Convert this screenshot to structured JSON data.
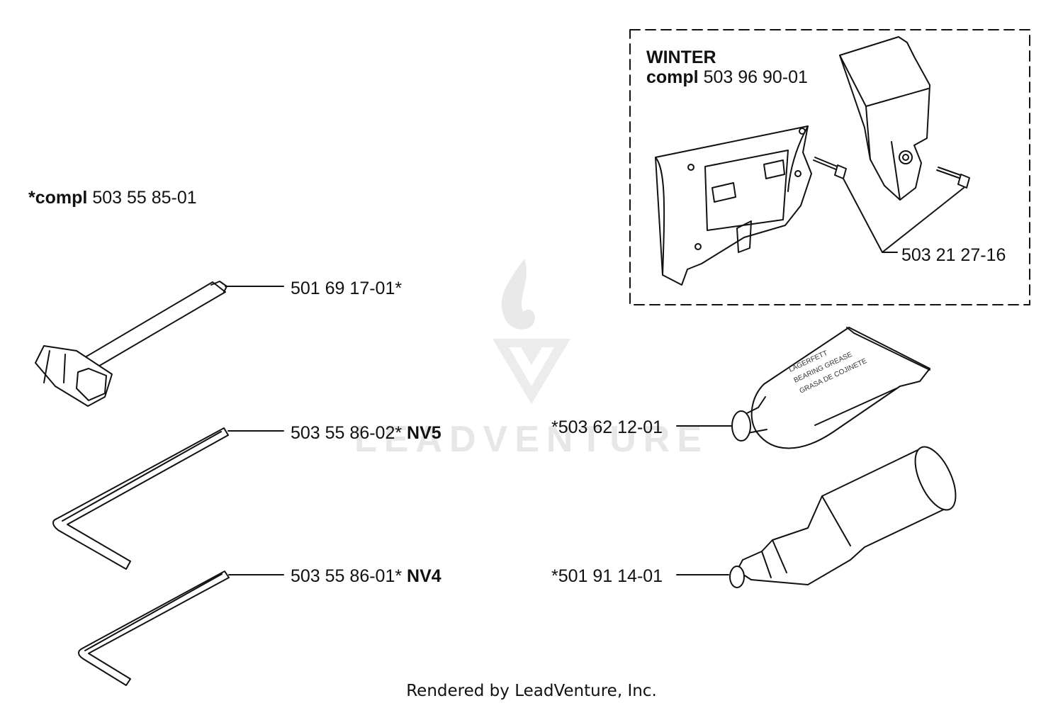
{
  "kit": {
    "prefix": "*",
    "word": "compl",
    "number": "503 55 85-01"
  },
  "winter": {
    "title": "WINTER",
    "word": "compl",
    "number": "503 96 90-01",
    "screw_part": "503 21 27-16"
  },
  "parts": {
    "combination_wrench": "501 69 17-01*",
    "hex_key_5": {
      "number": "503 55 86-02*",
      "size": "NV5"
    },
    "hex_key_4": {
      "number": "503 55 86-01*",
      "size": "NV4"
    },
    "grease": "*503 62 12-01",
    "grease_gun": "*501 91 14-01"
  },
  "grease_tube_text": [
    "LAGERFETT",
    "BEARING GREASE",
    "GRASA DE COJINETE"
  ],
  "watermark": {
    "brand": "LEADVENTURE"
  },
  "footer": "Rendered by LeadVenture, Inc."
}
